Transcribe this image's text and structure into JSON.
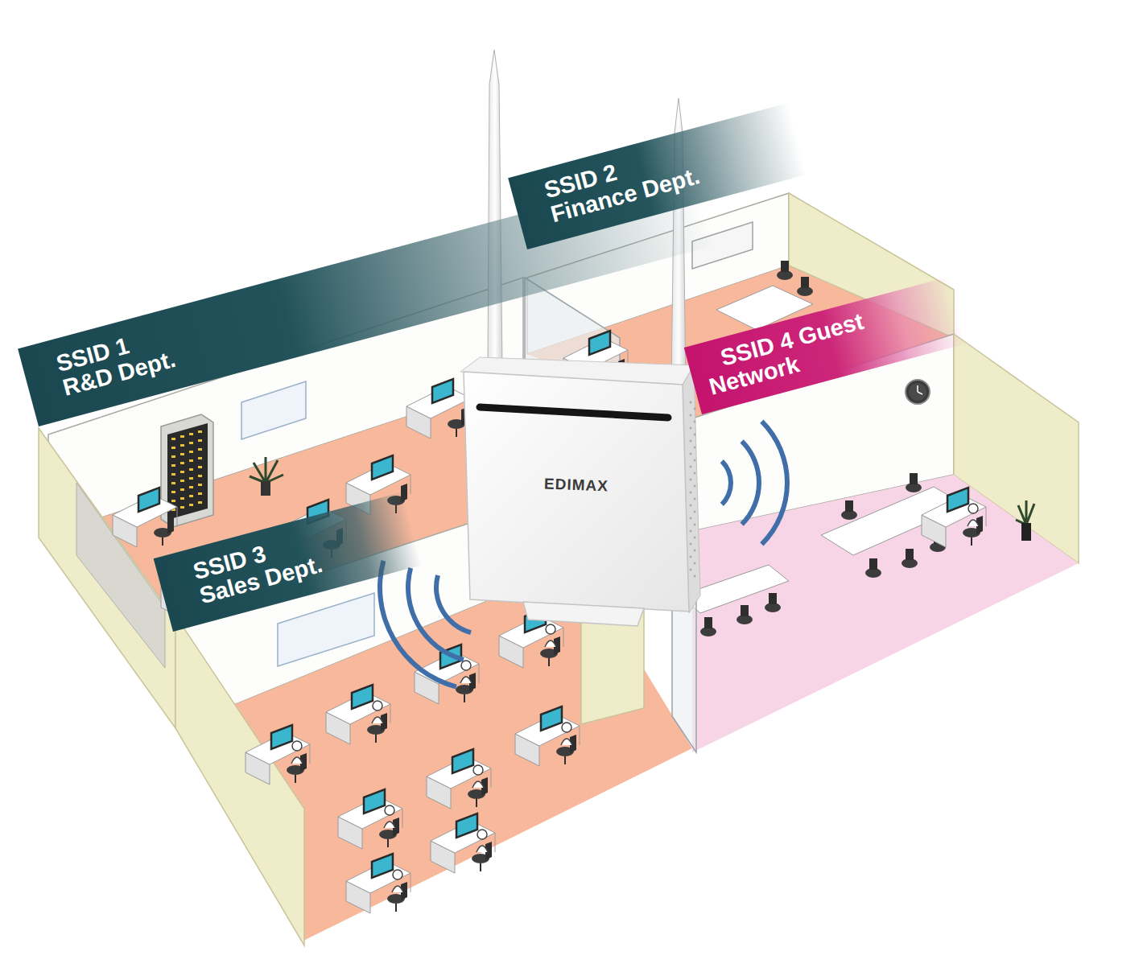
{
  "diagram": {
    "nodes": [
      {
        "text": [
          "SSID 1 R&D Dept."
        ]
      },
      {
        "text": [
          "SSID 2 Finance Dept."
        ]
      },
      {
        "text": [
          "SSID 3 Sales Dept."
        ]
      },
      {
        "text": [
          "SSID 4 Guest Network"
        ]
      }
    ],
    "labels": [
      "EDIMAX"
    ]
  }
}
